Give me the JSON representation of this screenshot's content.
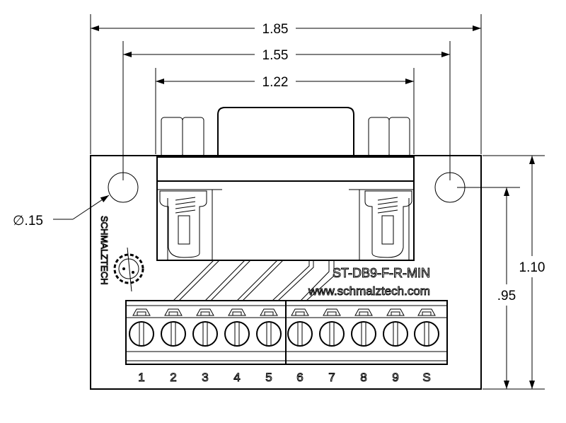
{
  "dimensions": {
    "overall_width": "1.85",
    "hole_spacing": "1.55",
    "connector_width": "1.22",
    "overall_height": "1.10",
    "hole_height": ".95",
    "hole_diameter": "∅.15"
  },
  "board": {
    "part_number": "ST-DB9-F-R-MIN",
    "website": "www.schmalztech.com",
    "brand": "SCHMALZTECH"
  },
  "terminals": [
    "1",
    "2",
    "3",
    "4",
    "5",
    "6",
    "7",
    "8",
    "9",
    "S"
  ]
}
